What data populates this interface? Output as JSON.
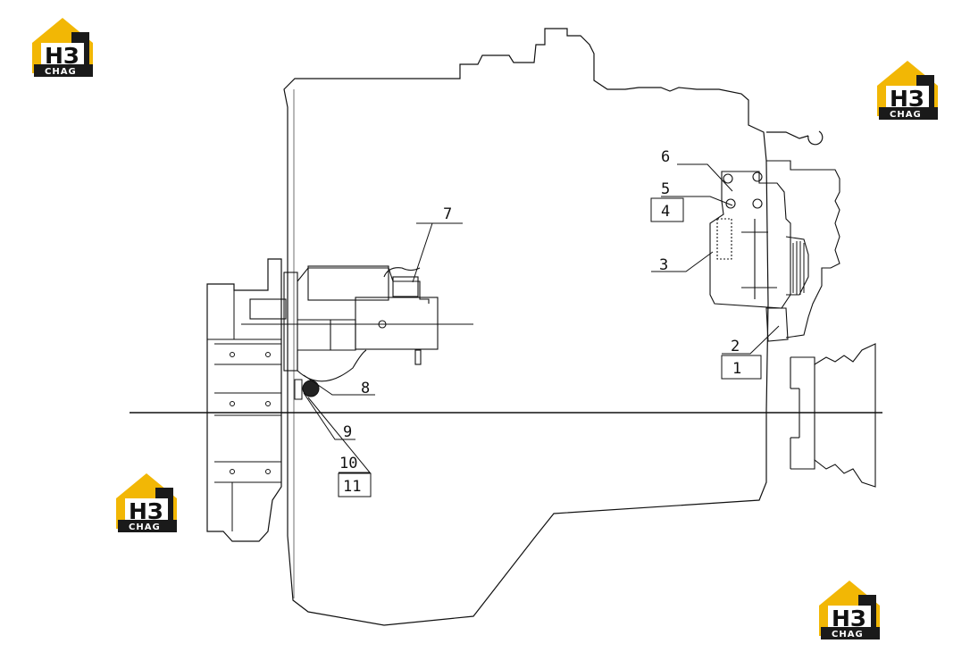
{
  "diagram": {
    "callouts": [
      "1",
      "2",
      "3",
      "4",
      "5",
      "6",
      "7",
      "8",
      "9",
      "10",
      "11"
    ]
  },
  "watermark": {
    "logo_text": "HЗ",
    "logo_subtext": "CHAG",
    "brand_color": "#f2b705",
    "dark_color": "#1a1a1a"
  }
}
